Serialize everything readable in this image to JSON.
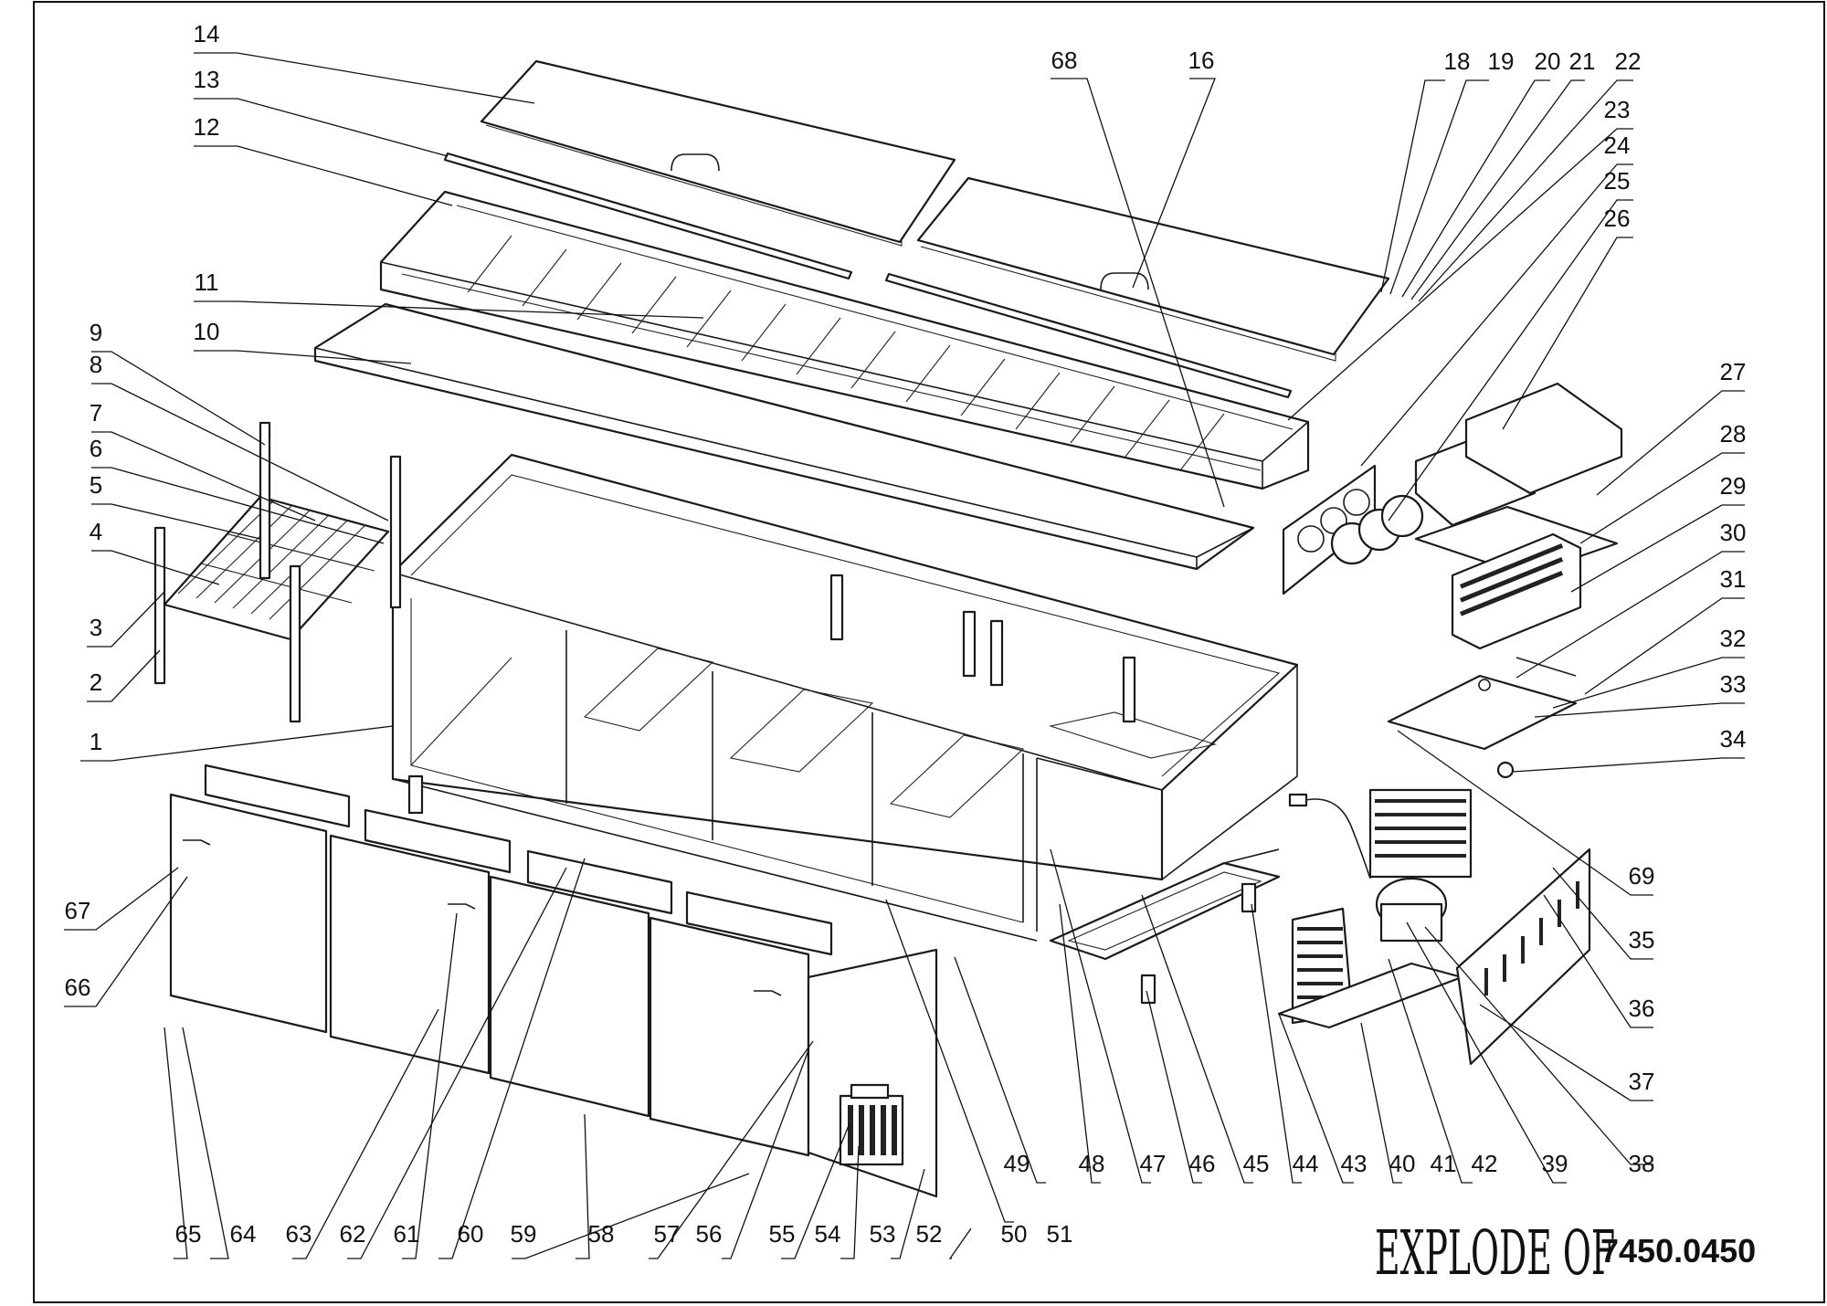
{
  "diagram": {
    "title": "EXPLODE OF",
    "model_number": "7450.0450",
    "callouts": [
      {
        "id": "1",
        "label": "1"
      },
      {
        "id": "2",
        "label": "2"
      },
      {
        "id": "3",
        "label": "3"
      },
      {
        "id": "4",
        "label": "4"
      },
      {
        "id": "5",
        "label": "5"
      },
      {
        "id": "6",
        "label": "6"
      },
      {
        "id": "7",
        "label": "7"
      },
      {
        "id": "8",
        "label": "8"
      },
      {
        "id": "9",
        "label": "9"
      },
      {
        "id": "10",
        "label": "10"
      },
      {
        "id": "11",
        "label": "11"
      },
      {
        "id": "12",
        "label": "12"
      },
      {
        "id": "13",
        "label": "13"
      },
      {
        "id": "14",
        "label": "14"
      },
      {
        "id": "16",
        "label": "16"
      },
      {
        "id": "18",
        "label": "18"
      },
      {
        "id": "19",
        "label": "19"
      },
      {
        "id": "20",
        "label": "20"
      },
      {
        "id": "21",
        "label": "21"
      },
      {
        "id": "22",
        "label": "22"
      },
      {
        "id": "23",
        "label": "23"
      },
      {
        "id": "24",
        "label": "24"
      },
      {
        "id": "25",
        "label": "25"
      },
      {
        "id": "26",
        "label": "26"
      },
      {
        "id": "27",
        "label": "27"
      },
      {
        "id": "28",
        "label": "28"
      },
      {
        "id": "29",
        "label": "29"
      },
      {
        "id": "30",
        "label": "30"
      },
      {
        "id": "31",
        "label": "31"
      },
      {
        "id": "32",
        "label": "32"
      },
      {
        "id": "33",
        "label": "33"
      },
      {
        "id": "34",
        "label": "34"
      },
      {
        "id": "35",
        "label": "35"
      },
      {
        "id": "36",
        "label": "36"
      },
      {
        "id": "37",
        "label": "37"
      },
      {
        "id": "38",
        "label": "38"
      },
      {
        "id": "39",
        "label": "39"
      },
      {
        "id": "40",
        "label": "40"
      },
      {
        "id": "41",
        "label": "41"
      },
      {
        "id": "42",
        "label": "42"
      },
      {
        "id": "43",
        "label": "43"
      },
      {
        "id": "44",
        "label": "44"
      },
      {
        "id": "45",
        "label": "45"
      },
      {
        "id": "46",
        "label": "46"
      },
      {
        "id": "47",
        "label": "47"
      },
      {
        "id": "48",
        "label": "48"
      },
      {
        "id": "49",
        "label": "49"
      },
      {
        "id": "50",
        "label": "50"
      },
      {
        "id": "51",
        "label": "51"
      },
      {
        "id": "52",
        "label": "52"
      },
      {
        "id": "53",
        "label": "53"
      },
      {
        "id": "54",
        "label": "54"
      },
      {
        "id": "55",
        "label": "55"
      },
      {
        "id": "56",
        "label": "56"
      },
      {
        "id": "57",
        "label": "57"
      },
      {
        "id": "58",
        "label": "58"
      },
      {
        "id": "59",
        "label": "59"
      },
      {
        "id": "60",
        "label": "60"
      },
      {
        "id": "61",
        "label": "61"
      },
      {
        "id": "62",
        "label": "62"
      },
      {
        "id": "63",
        "label": "63"
      },
      {
        "id": "64",
        "label": "64"
      },
      {
        "id": "65",
        "label": "65"
      },
      {
        "id": "66",
        "label": "66"
      },
      {
        "id": "67",
        "label": "67"
      },
      {
        "id": "68",
        "label": "68"
      },
      {
        "id": "69",
        "label": "69"
      }
    ]
  }
}
